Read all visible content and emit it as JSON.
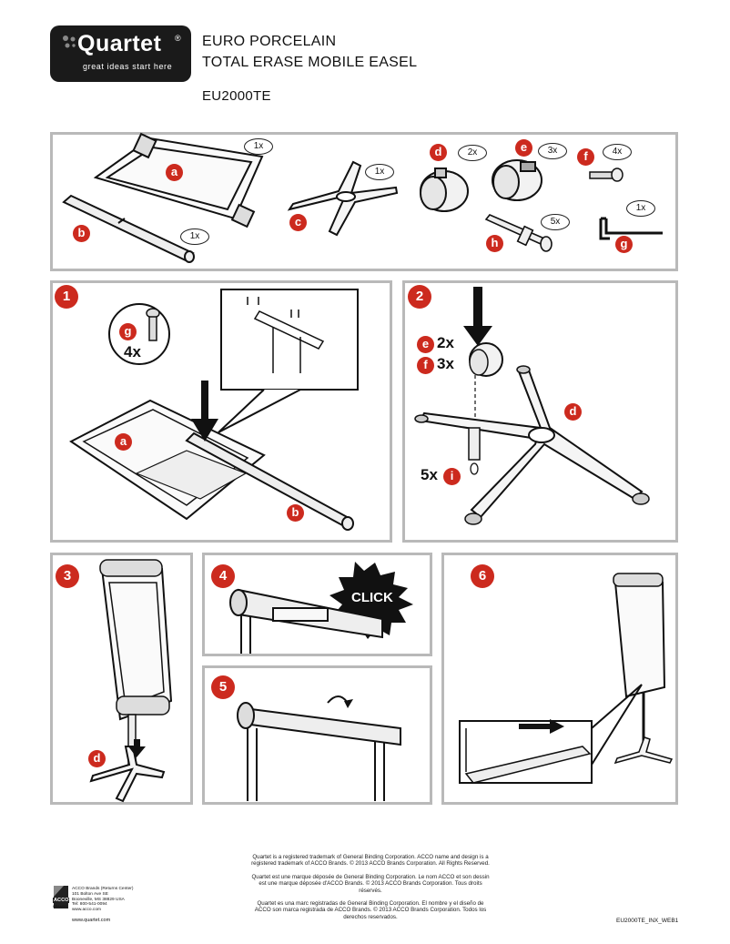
{
  "header": {
    "brand": "Quartet",
    "registered": "®",
    "tagline": "great ideas start here",
    "title_line1": "EURO PORCELAIN",
    "title_line2": "TOTAL ERASE MOBILE EASEL",
    "model": "EU2000TE"
  },
  "parts": [
    {
      "letter": "a",
      "qty": "1x"
    },
    {
      "letter": "b",
      "qty": "1x"
    },
    {
      "letter": "c",
      "qty": "1x"
    },
    {
      "letter": "d",
      "qty": "2x"
    },
    {
      "letter": "e",
      "qty": "3x"
    },
    {
      "letter": "f",
      "qty": "4x"
    },
    {
      "letter": "g",
      "qty": "1x"
    },
    {
      "letter": "h",
      "qty": "5x"
    }
  ],
  "steps": {
    "s1": {
      "num": "1",
      "qty": "4x",
      "part_g": "g",
      "part_a": "a",
      "part_b": "b"
    },
    "s2": {
      "num": "2",
      "e_qty": "2x",
      "f_qty": "3x",
      "i_qty": "5x",
      "part_e": "e",
      "part_f": "f",
      "part_i": "i",
      "part_d": "d"
    },
    "s3": {
      "num": "3",
      "part_d": "d"
    },
    "s4": {
      "num": "4",
      "click": "CLICK"
    },
    "s5": {
      "num": "5"
    },
    "s6": {
      "num": "6"
    }
  },
  "footer": {
    "acco_logo": "ACCO",
    "acco_brands": "BRANDS",
    "address1": "ACCO Brands (Returns Center)",
    "address2": "101 Bolton Ave SE",
    "address3": "Booneville, MS 38829   USA",
    "address4": "Tel: 800-541-0094",
    "address5": "www.acco.com",
    "website": "www.quartet.com",
    "legal_en_1": "Quartet is a registered trademark of General Binding Corporation. ACCO name and design is a",
    "legal_en_2": "registered trademark of ACCO Brands. © 2013 ACCO Brands Corporation.  All Rights Reserved.",
    "legal_fr_1": "Quartet est une marque déposée de General Binding Corporation. Le nom ACCO et son dessin",
    "legal_fr_2": "est une marque déposée d'ACCO Brands. © 2013 ACCO Brands Corporation.  Tous droits",
    "legal_fr_3": "réservés.",
    "legal_es_1": "Quartet  es una marc registradas de General Binding Corporation. El nombre y el diseño de",
    "legal_es_2": "ACCO son marca registrada de ACCO Brands. © 2013 ACCO Brands Corporation.  Todos los",
    "legal_es_3": "derechos reservados.",
    "doc_code": "EU2000TE_INX_WEB1"
  }
}
